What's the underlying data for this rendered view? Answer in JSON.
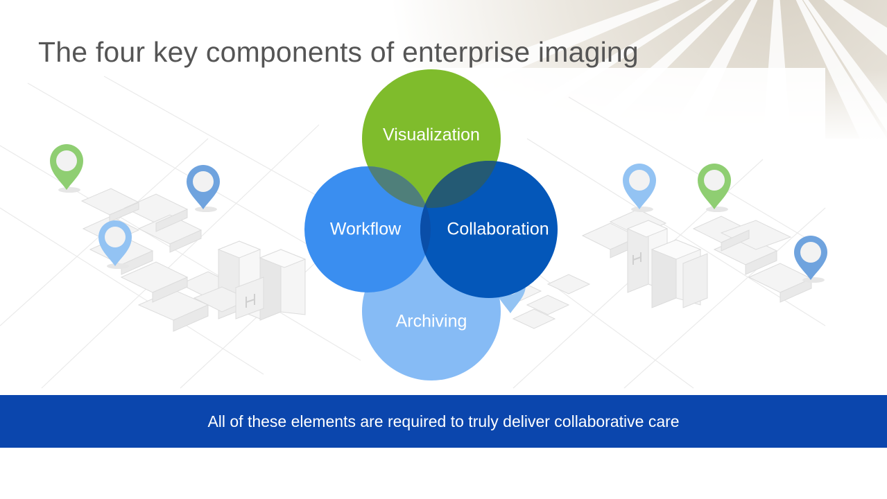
{
  "slide": {
    "title": "The four key components of enterprise imaging",
    "banner_text": "All of these elements are required to truly deliver collaborative care"
  },
  "diagram": {
    "circles": [
      {
        "id": "visualization",
        "label": "Visualization",
        "color": "#7fbc2c"
      },
      {
        "id": "workflow",
        "label": "Workflow",
        "color": "#3a8ef0"
      },
      {
        "id": "collaboration",
        "label": "Collaboration",
        "color": "#0457b9"
      },
      {
        "id": "archiving",
        "label": "Archiving",
        "color": "#86bbf5"
      }
    ]
  },
  "colors": {
    "banner": "#0b46ad",
    "title": "#555555",
    "pin_green": "#8fce72",
    "pin_blue": "#6fa3de",
    "pin_light_blue": "#93c3f3"
  },
  "icons": [
    "map-pin-icon",
    "hospital-building-icon"
  ]
}
